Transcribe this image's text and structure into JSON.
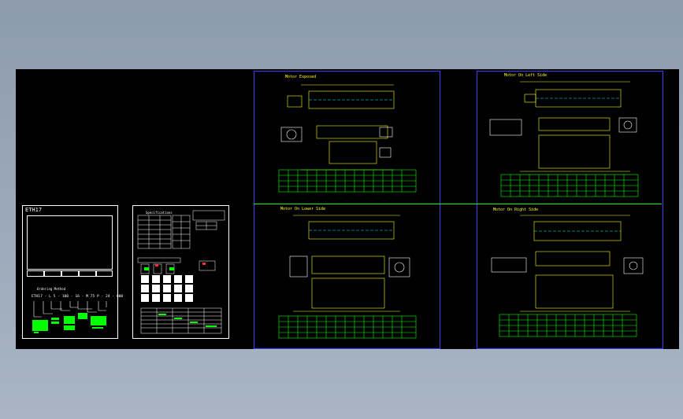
{
  "colors": {
    "background": "#000000",
    "frame": "#ffffff",
    "border_blue": "#3d3dff",
    "table": "#00ff00",
    "dim": "#ffff00",
    "axis": "#00ffff",
    "text": "#ffffff"
  },
  "left_sheet": {
    "title": "ETH17",
    "order_heading": "Ordering Method",
    "order_code": "ETH17 - L  5 - 100 - 16 - M  75  P - 24 - 000"
  },
  "spec_sheet": {
    "heading": "Specifications"
  },
  "views": [
    {
      "key": "exposed",
      "title": "Motor Exposed"
    },
    {
      "key": "left",
      "title": "Motor On Left Side"
    },
    {
      "key": "lower",
      "title": "Motor On Lower Side"
    },
    {
      "key": "right",
      "title": "Motor On Right Side"
    }
  ]
}
